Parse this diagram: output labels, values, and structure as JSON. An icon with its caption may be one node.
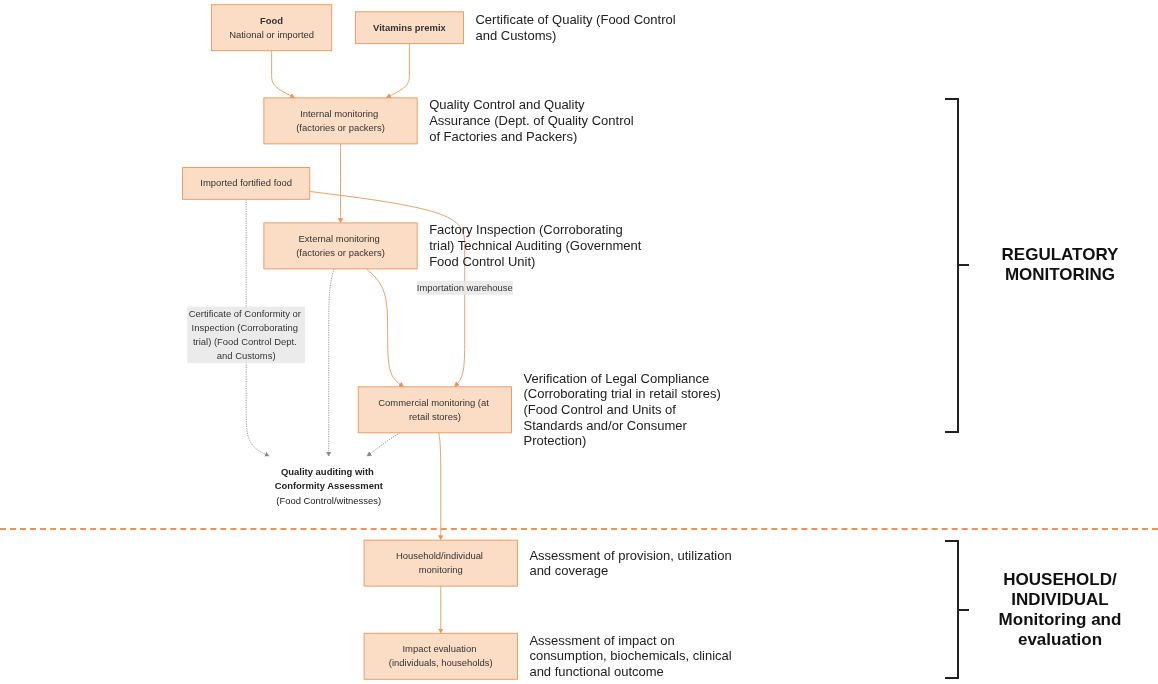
{
  "diagram": {
    "nodes": [
      {
        "text": [
          "Food",
          "National or imported"
        ]
      },
      {
        "text": [
          "Vitamins premix"
        ],
        "beside": [
          "Certificate of Quality (Food Control and Customs)"
        ]
      },
      {
        "text": [
          "Imported fortified food"
        ]
      },
      {
        "text": [
          "Internal monitoring (factories or packers)"
        ],
        "beside": [
          "Quality Control and Quality Assurance (Dept. of Quality Control of Factories and Packers)"
        ]
      },
      {
        "text": [
          "External monitoring (factories or packers)"
        ],
        "beside": [
          "Factory Inspection (Corroborating trial) Technical Auditing (Government Food Control Unit)"
        ]
      },
      {
        "text": [
          "Commercial monitoring (at retail stores)"
        ],
        "beside": [
          "Verification of Legal Compliance (Corroborating trial in retail stores) (Food Control and Units of Standards and/or Consumer Protection)"
        ]
      },
      {
        "text": [
          "Quality auditing with Conformity Assessment",
          "(Food Control/witnesses)"
        ]
      },
      {
        "text": [
          "Household/individual monitoring"
        ],
        "beside": [
          "Assessment of provision, utilization and coverage"
        ]
      },
      {
        "text": [
          "Impact evaluation (individuals, households)"
        ],
        "beside": [
          "Assessment of impact on consumption, biochemicals, clinical and functional outcome"
        ]
      }
    ],
    "edges": [
      {
        "from": 0,
        "to": 3,
        "arrow": "to"
      },
      {
        "from": 1,
        "to": 3,
        "arrow": "to"
      },
      {
        "from": 3,
        "to": 4,
        "arrow": "to"
      },
      {
        "from": 4,
        "to": 5,
        "arrow": "to"
      },
      {
        "from": 2,
        "to": 5,
        "arrow": "to",
        "label": "Importation warehouse"
      },
      {
        "from": 2,
        "to": 6,
        "arrow": "to",
        "style": "dashed",
        "color": "#8a8a8a",
        "label": "Certificate of Conformity or Inspection (Corroborating trial) (Food Control Dept. and Customs)"
      },
      {
        "from": 4,
        "to": 6,
        "arrow": "to",
        "style": "dashed",
        "color": "#8a8a8a"
      },
      {
        "from": 5,
        "to": 6,
        "arrow": "to",
        "style": "dashed",
        "color": "#8a8a8a"
      },
      {
        "from": 5,
        "to": 7,
        "arrow": "to"
      },
      {
        "from": 7,
        "to": 8,
        "arrow": "to"
      }
    ],
    "labels": [
      "REGULATORY MONITORING",
      "HOUSEHOLD/ INDIVIDUAL Monitoring and evaluation"
    ]
  }
}
